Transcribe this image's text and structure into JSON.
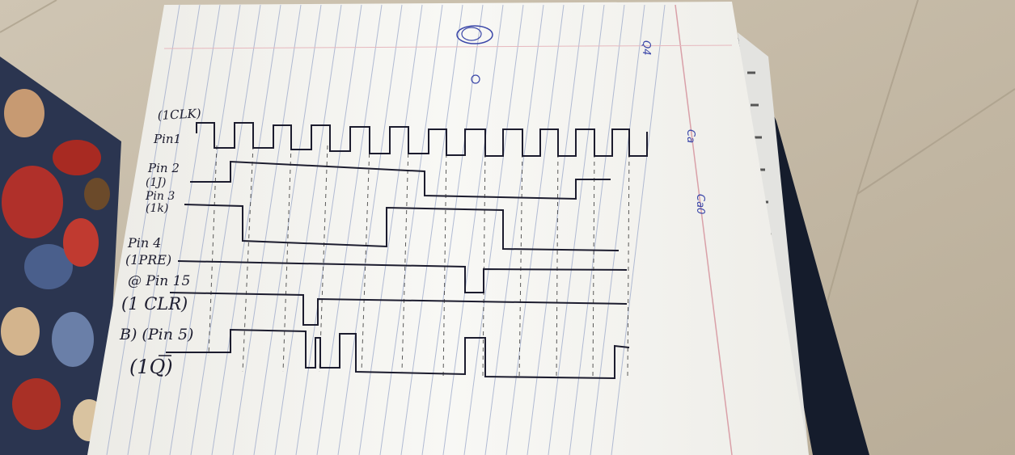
{
  "photo": {
    "subject": "hand-drawn timing diagram on lined notebook paper",
    "colors": {
      "floor": "#c9bfae",
      "paper": "#f7f7f4",
      "ruled_line": "#9aa7c9",
      "margin_line": "#d9a0a8",
      "ink": "#1c1c2e",
      "blue_ink": "#3a46a8",
      "fabric_red": "#b0302a",
      "fabric_navy": "#2b3550"
    }
  },
  "labels": {
    "clk_name": "(1CLK)",
    "pin1": "Pin1",
    "pin2": "Pin 2",
    "pin2_sig": "(1J)",
    "pin3": "Pin 3",
    "pin3_sig": "(1k)",
    "pin4": "Pin 4",
    "pin4_sig": "(1PRE)",
    "pin15": "@ Pin 15",
    "pin15_sig": "(1 CLR)",
    "pin5": "B) (Pin 5)",
    "pin5_sig": "(1Q)"
  },
  "margin_notes": {
    "top_right": "Q4",
    "right_mid": "Ca",
    "right_low": "Ca0"
  }
}
